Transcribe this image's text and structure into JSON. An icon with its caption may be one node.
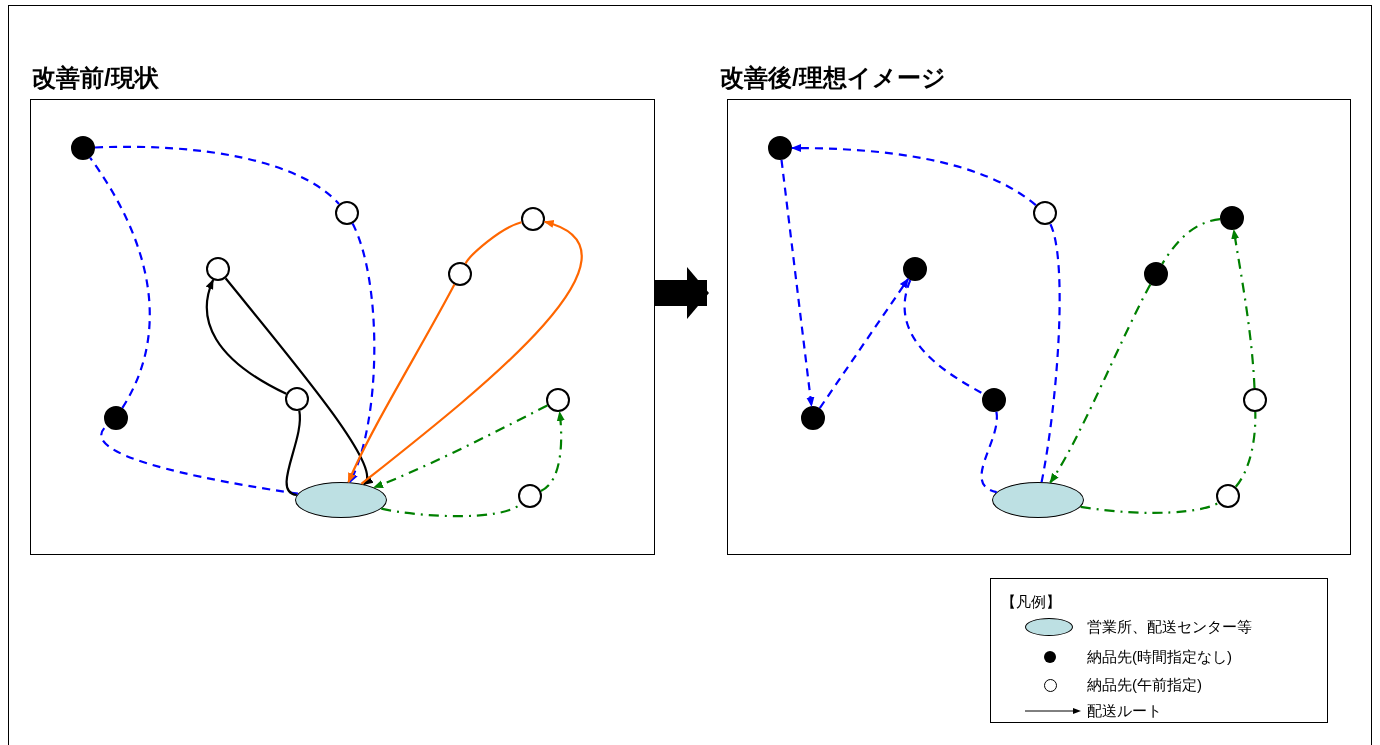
{
  "diagram": {
    "nodes": [
      {
        "text": [
          "改善前/現状"
        ]
      },
      {
        "text": [],
        "shape": "circle",
        "in": 0
      },
      {
        "text": [],
        "shape": "circle",
        "in": 0
      },
      {
        "text": [],
        "shape": "circle",
        "in": 0
      },
      {
        "text": [],
        "shape": "circle",
        "in": 0
      },
      {
        "text": [],
        "shape": "circle",
        "in": 0
      },
      {
        "text": [],
        "shape": "circle",
        "in": 0
      },
      {
        "text": [],
        "shape": "circle",
        "in": 0
      },
      {
        "text": [],
        "shape": "circle",
        "in": 0
      },
      {
        "text": [],
        "shape": "circle",
        "in": 0
      },
      {
        "text": [],
        "shape": "ellipse",
        "in": 0
      },
      {
        "text": [
          "改善後/理想イメージ"
        ]
      },
      {
        "text": [],
        "shape": "circle",
        "in": 11
      },
      {
        "text": [],
        "shape": "circle",
        "in": 11
      },
      {
        "text": [],
        "shape": "circle",
        "in": 11
      },
      {
        "text": [],
        "shape": "circle",
        "in": 11
      },
      {
        "text": [],
        "shape": "circle",
        "in": 11
      },
      {
        "text": [],
        "shape": "circle",
        "in": 11
      },
      {
        "text": [],
        "shape": "circle",
        "in": 11
      },
      {
        "text": [],
        "shape": "circle",
        "in": 11
      },
      {
        "text": [],
        "shape": "circle",
        "in": 11
      },
      {
        "text": [],
        "shape": "ellipse",
        "in": 11
      }
    ],
    "edges": [
      {
        "from": 10,
        "to": 7,
        "arrow": "none",
        "style": "dashed",
        "color": "#0000ff"
      },
      {
        "from": 7,
        "to": 1,
        "arrow": "none",
        "style": "dashed",
        "color": "#0000ff"
      },
      {
        "from": 1,
        "to": 2,
        "arrow": "none",
        "style": "dashed",
        "color": "#0000ff"
      },
      {
        "from": 2,
        "to": 10,
        "arrow": "to",
        "style": "dashed",
        "color": "#0000ff"
      },
      {
        "from": 10,
        "to": 6,
        "arrow": "none",
        "color": "#000000"
      },
      {
        "from": 6,
        "to": 4,
        "arrow": "to",
        "color": "#000000"
      },
      {
        "from": 4,
        "to": 10,
        "arrow": "to",
        "color": "#000000"
      },
      {
        "from": 10,
        "to": 3,
        "arrow": "to",
        "color": "#ff6600"
      },
      {
        "from": 3,
        "to": 5,
        "arrow": "none",
        "color": "#ff6600"
      },
      {
        "from": 5,
        "to": 10,
        "arrow": "to",
        "color": "#ff6600"
      },
      {
        "from": 10,
        "to": 9,
        "arrow": "none",
        "style": "dashed",
        "color": "#008000"
      },
      {
        "from": 9,
        "to": 8,
        "arrow": "to",
        "style": "dashed",
        "color": "#008000"
      },
      {
        "from": 8,
        "to": 10,
        "arrow": "to",
        "style": "dashed",
        "color": "#008000"
      },
      {
        "from": 21,
        "to": 13,
        "arrow": "none",
        "style": "dashed",
        "color": "#0000ff"
      },
      {
        "from": 13,
        "to": 12,
        "arrow": "to",
        "style": "dashed",
        "color": "#0000ff"
      },
      {
        "from": 12,
        "to": 19,
        "arrow": "to",
        "style": "dashed",
        "color": "#0000ff"
      },
      {
        "from": 19,
        "to": 15,
        "arrow": "to",
        "style": "dashed",
        "color": "#0000ff"
      },
      {
        "from": 15,
        "to": 17,
        "arrow": "none",
        "style": "dashed",
        "color": "#0000ff"
      },
      {
        "from": 17,
        "to": 21,
        "arrow": "none",
        "style": "dashed",
        "color": "#0000ff"
      },
      {
        "from": 21,
        "to": 20,
        "arrow": "none",
        "style": "dashed",
        "color": "#008000"
      },
      {
        "from": 20,
        "to": 18,
        "arrow": "none",
        "style": "dashed",
        "color": "#008000"
      },
      {
        "from": 18,
        "to": 14,
        "arrow": "to",
        "style": "dashed",
        "color": "#008000"
      },
      {
        "from": 14,
        "to": 16,
        "arrow": "none",
        "style": "dashed",
        "color": "#008000"
      },
      {
        "from": 16,
        "to": 21,
        "arrow": "to",
        "style": "dashed",
        "color": "#008000"
      },
      {
        "from": 0,
        "to": 11,
        "arrow": "to",
        "style": "thick",
        "color": "#000000"
      }
    ],
    "labels": [
      "【凡例】"
    ],
    "legend": [
      {
        "text": "営業所、配送センター等"
      },
      {
        "text": "納品先(時間指定なし)"
      },
      {
        "text": "納品先(午前指定)"
      },
      {
        "text": "配送ルート"
      }
    ]
  }
}
